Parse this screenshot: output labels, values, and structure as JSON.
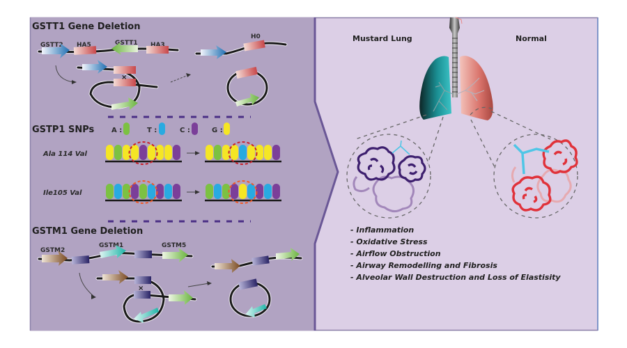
{
  "figure": {
    "left_panel": {
      "sections": [
        {
          "title": "GSTT1 Gene Deletion",
          "genes": [
            {
              "label": "GSTT2",
              "color": "#1f6fb2"
            },
            {
              "label": "HA5",
              "color": "#c8474a"
            },
            {
              "label": "GSTT1",
              "color": "#7cbf4a"
            },
            {
              "label": "HA3",
              "color": "#c8474a"
            }
          ],
          "result_label": "H0"
        },
        {
          "title": "GSTP1 SNPs",
          "legend": [
            {
              "base": "A",
              "label": "A :",
              "color": "#7cc142"
            },
            {
              "base": "T",
              "label": "T :",
              "color": "#29aae1"
            },
            {
              "base": "C",
              "label": "C :",
              "color": "#7b3f99"
            },
            {
              "base": "G",
              "label": "G :",
              "color": "#f5e625"
            }
          ],
          "variants": [
            {
              "label": "Ala 114 Val",
              "ring_color": "#c8202a",
              "before": [
                "G",
                "A",
                "G",
                "G",
                "C",
                "G",
                "G",
                "G",
                "C"
              ],
              "after": [
                "G",
                "A",
                "G",
                "G",
                "T",
                "G",
                "G",
                "G",
                "C"
              ]
            },
            {
              "label": "Ile105 Val",
              "ring_color": "#f05a28",
              "before": [
                "A",
                "T",
                "A",
                "C",
                "A",
                "T",
                "C",
                "T",
                "C"
              ],
              "after": [
                "A",
                "T",
                "A",
                "C",
                "G",
                "T",
                "C",
                "T",
                "C"
              ]
            }
          ]
        },
        {
          "title": "GSTM1 Gene Deletion",
          "genes": [
            {
              "label": "GSTM2",
              "color": "#7a4a22"
            },
            {
              "label": "GSTM1",
              "color": "#1fb5a8"
            },
            {
              "label": "GSTM5",
              "color": "#6ab43e"
            }
          ]
        }
      ]
    },
    "right_panel": {
      "left_lung_title": "Mustard Lung",
      "right_lung_title": "Normal",
      "colors": {
        "mustard_lung": "#1fa3a8",
        "normal_lung": "#d9736b",
        "mustard_alveoli": "#3d1f6e",
        "normal_alveoli": "#e0323a"
      },
      "effects": [
        "- Inflammation",
        "- Oxidative Stress",
        "- Airflow Obstruction",
        "- Airway Remodelling and Fibrosis",
        "- Alveolar Wall Destruction and Loss of Elastisity"
      ]
    }
  }
}
